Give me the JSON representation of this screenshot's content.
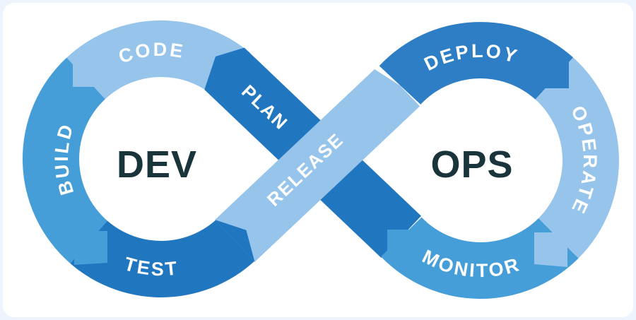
{
  "diagram": {
    "type": "devops-infinity-loop",
    "left_loop": {
      "core_label": "DEV",
      "top_segment": "CODE",
      "left_segment": "BUILD",
      "bottom_segment": "TEST",
      "cross_segment": "PLAN"
    },
    "right_loop": {
      "core_label": "OPS",
      "top_segment": "DEPLOY",
      "right_segment": "OPERATE",
      "bottom_segment": "MONITOR",
      "cross_segment": "RELEASE"
    },
    "colors": {
      "light_blue": "#96c4ea",
      "medium_blue": "#469ed8",
      "dark_blue": "#2176c0",
      "deploy_blue": "#2d7ec4",
      "core_text": "#1a343b",
      "label_text": "#ffffff",
      "card_background": "#ffffff",
      "page_background": "#edf4fe"
    }
  }
}
